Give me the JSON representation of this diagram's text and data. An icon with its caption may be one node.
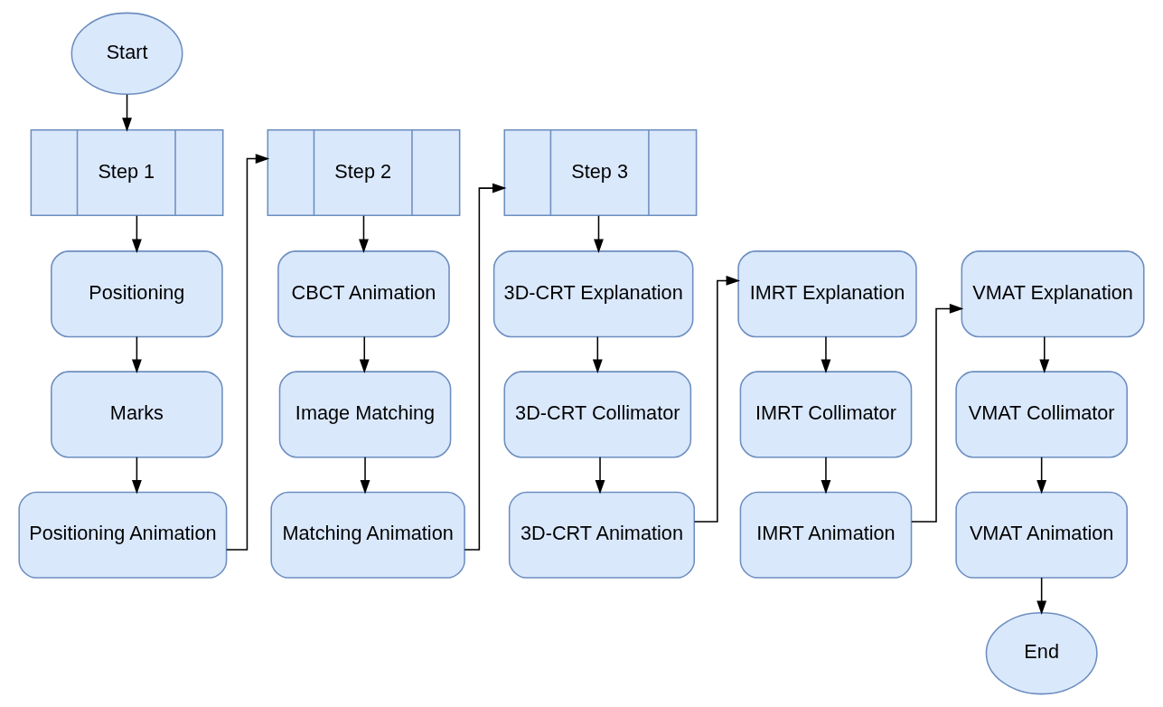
{
  "diagram": {
    "nodes": [
      {
        "text": [
          "Start"
        ]
      },
      {
        "text": [
          "Step 1"
        ]
      },
      {
        "text": [
          "Positioning"
        ]
      },
      {
        "text": [
          "Marks"
        ]
      },
      {
        "text": [
          "Positioning Animation"
        ]
      },
      {
        "text": [
          "Step 2"
        ]
      },
      {
        "text": [
          "CBCT Animation"
        ]
      },
      {
        "text": [
          "Image Matching"
        ]
      },
      {
        "text": [
          "Matching Animation"
        ]
      },
      {
        "text": [
          "Step 3"
        ]
      },
      {
        "text": [
          "3D-CRT Explanation"
        ]
      },
      {
        "text": [
          "3D-CRT Collimator"
        ]
      },
      {
        "text": [
          "3D-CRT Animation"
        ]
      },
      {
        "text": [
          "IMRT Explanation"
        ]
      },
      {
        "text": [
          "IMRT Collimator"
        ]
      },
      {
        "text": [
          "IMRT Animation"
        ]
      },
      {
        "text": [
          "VMAT Explanation"
        ]
      },
      {
        "text": [
          "VMAT Collimator"
        ]
      },
      {
        "text": [
          "VMAT Animation"
        ]
      },
      {
        "text": [
          "End"
        ]
      }
    ],
    "edges": [
      {
        "from": 0,
        "to": 1,
        "arrow": "to"
      },
      {
        "from": 1,
        "to": 2,
        "arrow": "to"
      },
      {
        "from": 2,
        "to": 3,
        "arrow": "to"
      },
      {
        "from": 3,
        "to": 4,
        "arrow": "to"
      },
      {
        "from": 4,
        "to": 5,
        "arrow": "to"
      },
      {
        "from": 5,
        "to": 6,
        "arrow": "to"
      },
      {
        "from": 6,
        "to": 7,
        "arrow": "to"
      },
      {
        "from": 7,
        "to": 8,
        "arrow": "to"
      },
      {
        "from": 8,
        "to": 9,
        "arrow": "to"
      },
      {
        "from": 9,
        "to": 10,
        "arrow": "to"
      },
      {
        "from": 10,
        "to": 11,
        "arrow": "to"
      },
      {
        "from": 11,
        "to": 12,
        "arrow": "to"
      },
      {
        "from": 12,
        "to": 13,
        "arrow": "to"
      },
      {
        "from": 13,
        "to": 14,
        "arrow": "to"
      },
      {
        "from": 14,
        "to": 15,
        "arrow": "to"
      },
      {
        "from": 15,
        "to": 16,
        "arrow": "to"
      },
      {
        "from": 16,
        "to": 17,
        "arrow": "to"
      },
      {
        "from": 17,
        "to": 18,
        "arrow": "to"
      },
      {
        "from": 18,
        "to": 19,
        "arrow": "to"
      }
    ]
  }
}
